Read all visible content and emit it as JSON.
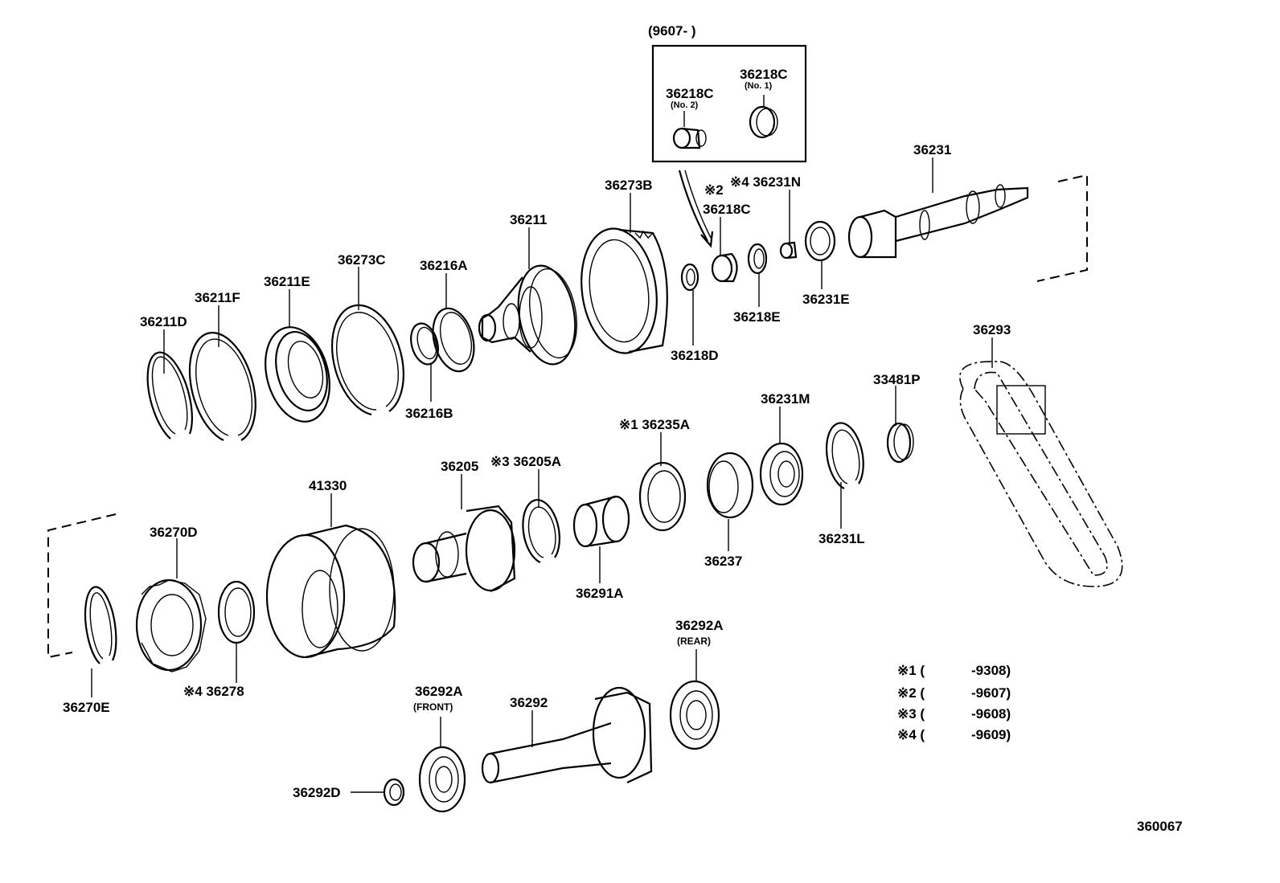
{
  "inset": {
    "date_range": "(9607-        )"
  },
  "parts": {
    "p36218c_no2": "36218C",
    "p36218c_no2_sub": "(No. 2)",
    "p36218c_no1": "36218C",
    "p36218c_no1_sub": "(No. 1)",
    "p36231": "36231",
    "p36231n": "※4 36231N",
    "p36273b": "36273B",
    "p36218c_main_mark": "※2",
    "p36218c_main": "36218C",
    "p36211": "36211",
    "p36273c": "36273C",
    "p36216a": "36216A",
    "p36211e": "36211E",
    "p36211f": "36211F",
    "p36211d": "36211D",
    "p36216b": "36216B",
    "p36218d": "36218D",
    "p36218e": "36218E",
    "p36231e": "36231E",
    "p36293": "36293",
    "p33481p": "33481P",
    "p36231m": "36231M",
    "p36235a": "※1 36235A",
    "p36205": "36205",
    "p36205a": "※3 36205A",
    "p41330": "41330",
    "p36270d": "36270D",
    "p36237": "36237",
    "p36231l": "36231L",
    "p36291a": "36291A",
    "p36292a_rear": "36292A",
    "p36292a_rear_sub": "(REAR)",
    "p36278": "※4 36278",
    "p36270e": "36270E",
    "p36292a_front": "36292A",
    "p36292a_front_sub": "(FRONT)",
    "p36292": "36292",
    "p36292d": "36292D"
  },
  "legend": [
    {
      "mark": "※1 (",
      "value": "-9308)"
    },
    {
      "mark": "※2 (",
      "value": "-9607)"
    },
    {
      "mark": "※3 (",
      "value": "-9608)"
    },
    {
      "mark": "※4 (",
      "value": "-9609)"
    }
  ],
  "figure_number": "360067"
}
